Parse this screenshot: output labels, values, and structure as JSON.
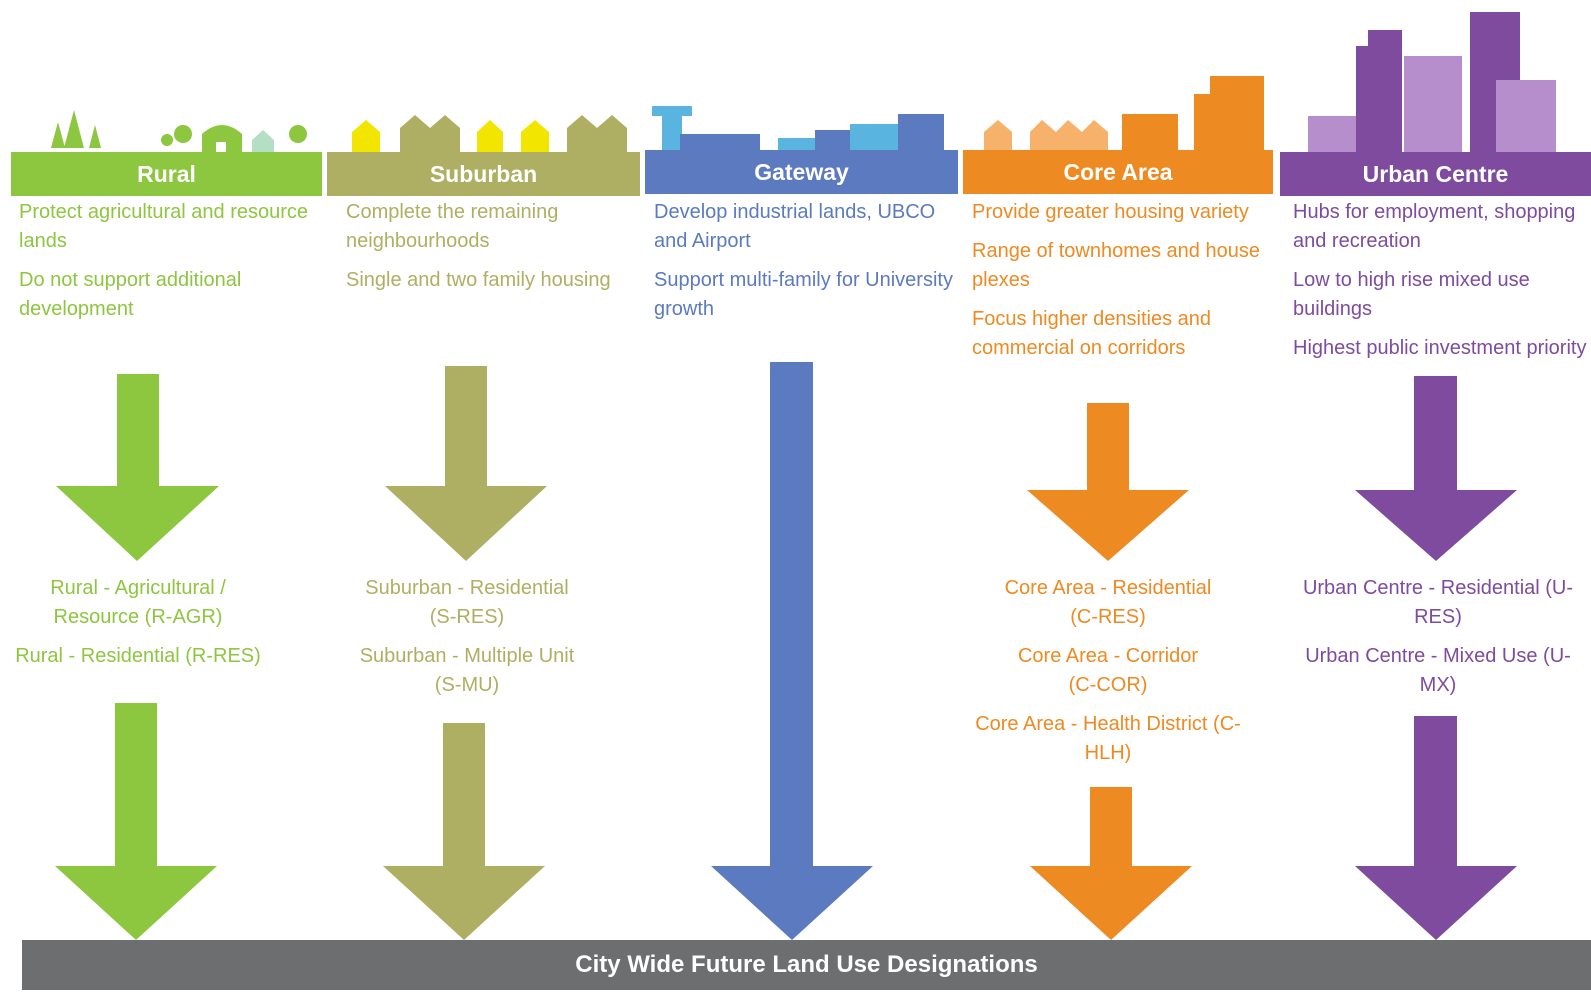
{
  "colors": {
    "rural": "#8dc63f",
    "suburban": "#afaf63",
    "gateway": "#5b7ac0",
    "core": "#ee8a22",
    "urban": "#7e4b9f",
    "footer": "#6d6e70"
  },
  "columns": [
    {
      "key": "rural",
      "title": "Rural",
      "goals": [
        "Protect agricultural and resource lands",
        "Do not support additional development"
      ],
      "designations": [
        "Rural - Agricultural / Resource (R-AGR)",
        "Rural - Residential (R-RES)"
      ]
    },
    {
      "key": "suburban",
      "title": "Suburban",
      "goals": [
        "Complete the remaining neighbourhoods",
        "Single and two family housing"
      ],
      "designations": [
        "Suburban - Residential (S-RES)",
        "Suburban - Multiple Unit (S-MU)"
      ]
    },
    {
      "key": "gateway",
      "title": "Gateway",
      "goals": [
        "Develop industrial lands, UBCO and Airport",
        "Support multi-family for University growth"
      ],
      "designations": []
    },
    {
      "key": "core",
      "title": "Core Area",
      "goals": [
        "Provide greater housing variety",
        "Range of townhomes and house plexes",
        "Focus higher densities and commercial on corridors"
      ],
      "designations": [
        "Core Area - Residential (C-RES)",
        "Core Area - Corridor (C-COR)",
        "Core Area - Health District (C-HLH)"
      ]
    },
    {
      "key": "urban",
      "title": "Urban Centre",
      "goals": [
        "Hubs for employment, shopping and recreation",
        "Low to high rise mixed use buildings",
        "Highest public investment priority"
      ],
      "designations": [
        "Urban Centre - Residential (U-RES)",
        "Urban Centre - Mixed Use (U-MX)"
      ]
    }
  ],
  "footer": {
    "label": "City Wide Future Land Use Designations"
  }
}
